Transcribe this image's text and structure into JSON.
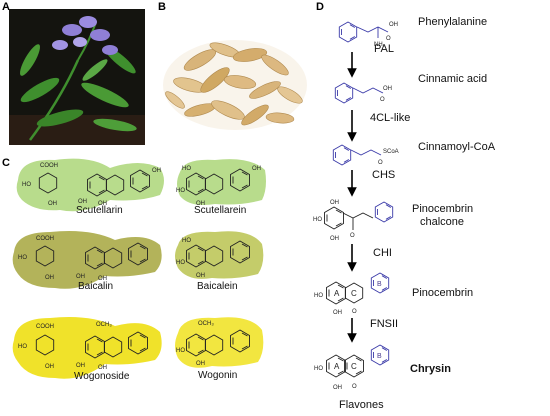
{
  "panels": {
    "a": "A",
    "b": "B",
    "c": "C",
    "d": "D"
  },
  "panel_c": {
    "compounds": [
      {
        "name": "Scutellarin"
      },
      {
        "name": "Scutellarein"
      },
      {
        "name": "Baicalin"
      },
      {
        "name": "Baicalein"
      },
      {
        "name": "Wogonoside"
      },
      {
        "name": "Wogonin"
      }
    ]
  },
  "panel_d": {
    "compounds": [
      {
        "name": "Phenylalanine"
      },
      {
        "name": "Cinnamic acid"
      },
      {
        "name": "Cinnamoyl-CoA"
      },
      {
        "name": "Pinocembrin"
      },
      {
        "name": "chalcone"
      },
      {
        "name": "Pinocembrin"
      },
      {
        "name": "Chrysin"
      }
    ],
    "enzymes": [
      "PAL",
      "4CL-like",
      "CHS",
      "CHI",
      "FNSII"
    ],
    "footer": "Flavones",
    "ring_labels": {
      "a": "A",
      "b": "B",
      "c": "C"
    }
  },
  "atoms": {
    "oh": "OH",
    "ho": "HO",
    "o": "O",
    "nh2": "NH₂",
    "och3": "OCH₃",
    "scoa": "SCoA",
    "cooh": "COOH"
  },
  "colors": {
    "scutellarin_bg": "#b8dc8c",
    "baicalin_bg": "#b3b35a",
    "baicalein_bg": "#c4cc6a",
    "wogonoside_bg": "#f0e22a",
    "wogonin_bg": "#f2e640",
    "pathway_blue": "#3a3aa8",
    "flower": "#8f7fd6",
    "leaf": "#3f8f2e",
    "root": "#d8b47a"
  }
}
